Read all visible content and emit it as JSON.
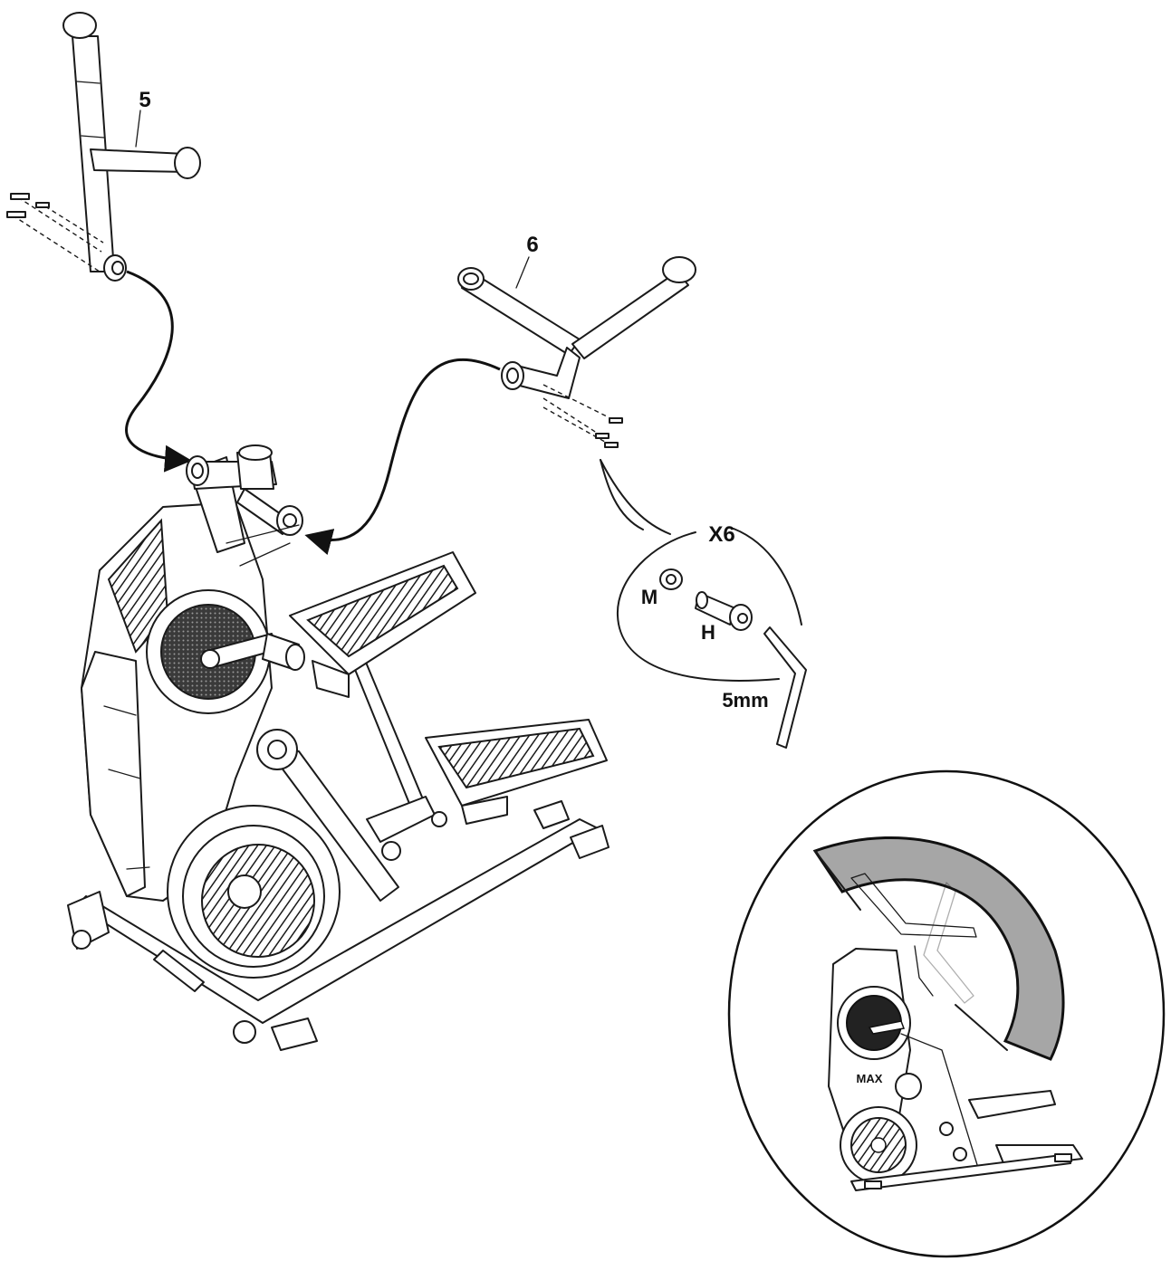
{
  "diagram": {
    "part_labels": {
      "part_5": "5",
      "part_6": "6"
    },
    "hardware_callout": {
      "quantity": "X6",
      "washer": "M",
      "bolt": "H",
      "tool": "5mm"
    },
    "inset": {
      "console_logo": "MAX"
    }
  }
}
